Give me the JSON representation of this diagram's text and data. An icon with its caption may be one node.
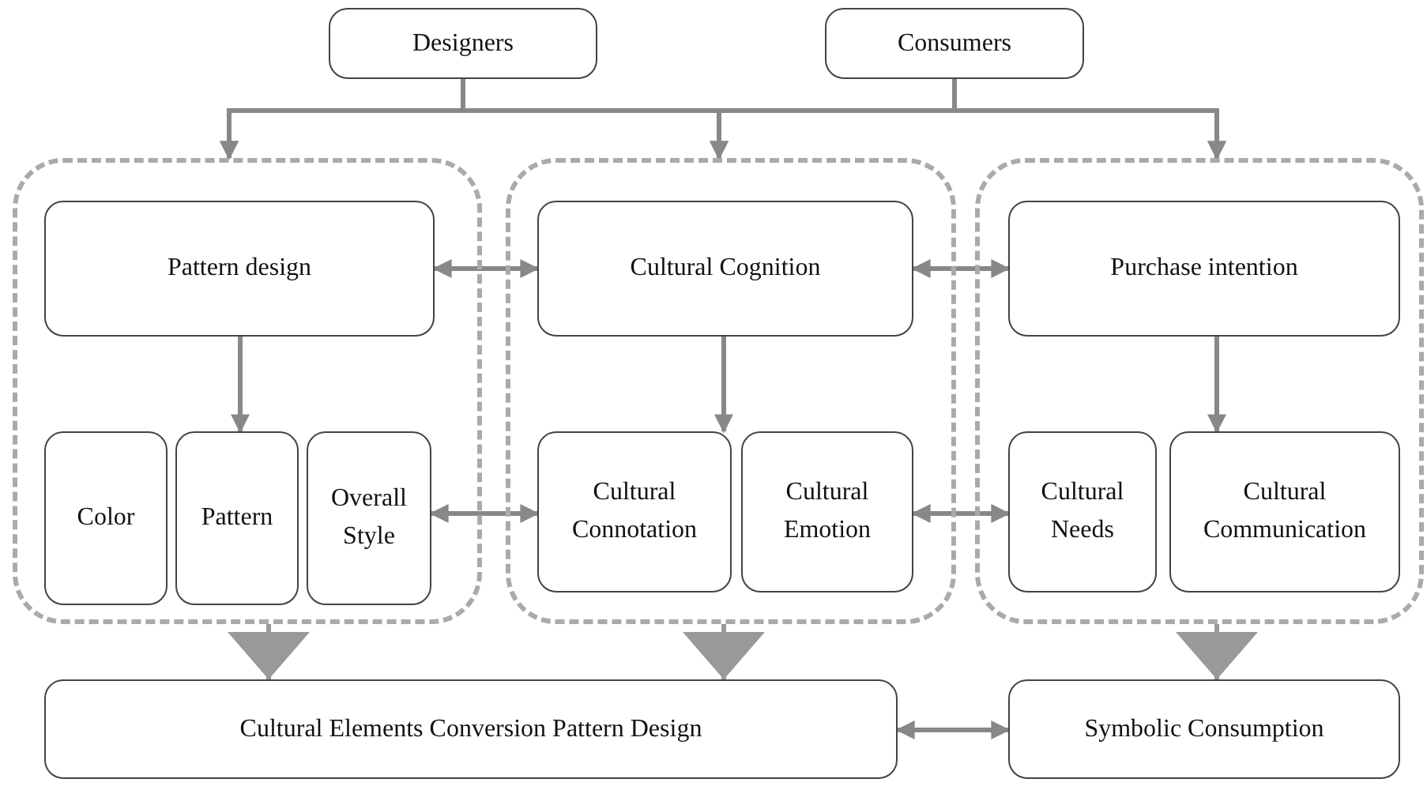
{
  "diagram": {
    "nodes": [
      {
        "text": [
          "Designers"
        ]
      },
      {
        "text": [
          "Consumers"
        ]
      },
      {
        "text": [],
        "shape": "box"
      },
      {
        "text": [
          "Pattern design"
        ],
        "in": 2
      },
      {
        "text": [
          "Color"
        ],
        "in": 2
      },
      {
        "text": [
          "Pattern"
        ],
        "in": 2
      },
      {
        "text": [
          "Overall Style"
        ],
        "in": 2
      },
      {
        "text": [],
        "shape": "box"
      },
      {
        "text": [
          "Cultural Cognition"
        ],
        "in": 7
      },
      {
        "text": [
          "Cultural Connotation"
        ],
        "in": 7
      },
      {
        "text": [
          "Cultural Emotion"
        ],
        "in": 7
      },
      {
        "text": [],
        "shape": "box"
      },
      {
        "text": [
          "Purchase intention"
        ],
        "in": 11
      },
      {
        "text": [
          "Cultural Needs"
        ],
        "in": 11
      },
      {
        "text": [
          "Cultural Communication"
        ],
        "in": 11
      },
      {
        "text": [
          "Cultural Elements Conversion Pattern Design"
        ]
      },
      {
        "text": [
          "Symbolic Consumption"
        ]
      }
    ],
    "edges": [
      {
        "from": 0,
        "to": 2,
        "arrow": "to"
      },
      {
        "from": 0,
        "to": 7,
        "arrow": "to"
      },
      {
        "from": 0,
        "to": 11,
        "arrow": "to"
      },
      {
        "from": 1,
        "to": 2,
        "arrow": "to"
      },
      {
        "from": 1,
        "to": 7,
        "arrow": "to"
      },
      {
        "from": 1,
        "to": 11,
        "arrow": "to"
      },
      {
        "from": 3,
        "to": 5,
        "arrow": "to"
      },
      {
        "from": 8,
        "to": 9,
        "arrow": "to"
      },
      {
        "from": 12,
        "to": 14,
        "arrow": "to"
      },
      {
        "from": 3,
        "to": 8,
        "arrow": "both"
      },
      {
        "from": 8,
        "to": 12,
        "arrow": "both"
      },
      {
        "from": 6,
        "to": 9,
        "arrow": "both"
      },
      {
        "from": 10,
        "to": 13,
        "arrow": "both"
      },
      {
        "from": 15,
        "to": 16,
        "arrow": "both"
      },
      {
        "from": 2,
        "to": 15,
        "arrow": "to"
      },
      {
        "from": 7,
        "to": 15,
        "arrow": "to"
      },
      {
        "from": 11,
        "to": 16,
        "arrow": "to"
      }
    ]
  }
}
